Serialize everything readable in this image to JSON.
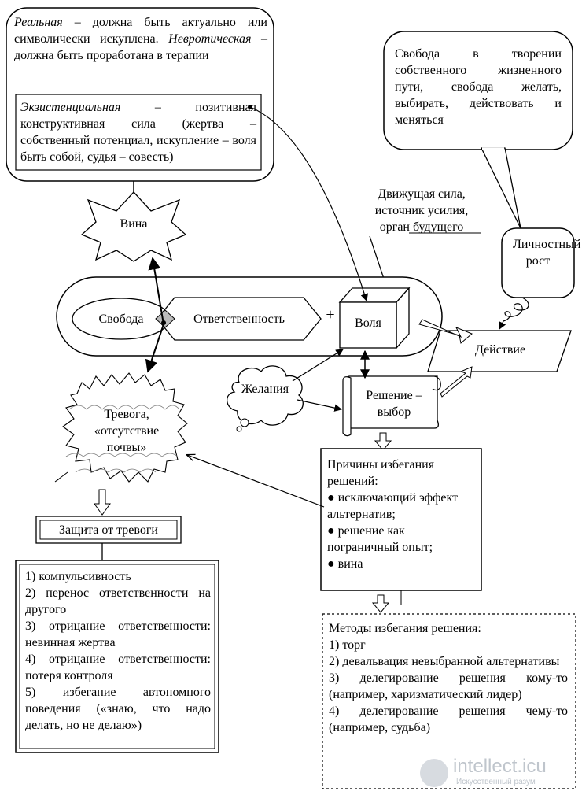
{
  "top_left_box": {
    "real_term": "Реальная",
    "real_text": " – должна быть актуально или символически искуплена.",
    "neurotic_term": "Невротическая",
    "neurotic_text": " – должна быть проработана в терапии",
    "existential_term": "Экзистенциальная",
    "existential_text": " – позитивная конструктивная сила (жертва – собственный потенциал, искупление – воля быть собой, судья – совесть)"
  },
  "guilt": "Вина",
  "freedom_callout": "Свобода в творении собственного жизненного пути, свобода желать, выбирать, действовать и меняться",
  "will_note": "Движущая сила, источник усилия, орган будущего",
  "growth": "Личностный рост",
  "freedom": "Свобода",
  "responsibility": "Ответственность",
  "plus": "+",
  "will": "Воля",
  "action": "Действие",
  "wishes": "Желания",
  "decision": "Решение – выбор",
  "anxiety": "Тревога, «отсутствие почвы»",
  "defense": {
    "title": "Защита от тревоги",
    "items": [
      "1) компульсивность",
      "2) перенос ответственности на другого",
      "3) отрицание ответственности: невинная жертва",
      "4) отрицание ответственности: потеря контроля",
      "5) избегание автономного поведения («знаю, что надо делать, но не делаю»)"
    ]
  },
  "avoid_reasons": {
    "title": "Причины избегания решений:",
    "items": [
      "исключающий эффект альтернатив;",
      "решение как пограничный опыт;",
      "вина"
    ]
  },
  "avoid_methods": {
    "title": "Методы избегания решения:",
    "items": [
      "1) торг",
      "2) девальвация невыбранной альтернативы",
      "3) делегирование решения кому-то (например, харизматический лидер)",
      "4) делегирование решения чему-то (например, судьба)"
    ]
  },
  "watermark": {
    "site": "intellect.icu",
    "tagline": "Искусственный разум"
  }
}
